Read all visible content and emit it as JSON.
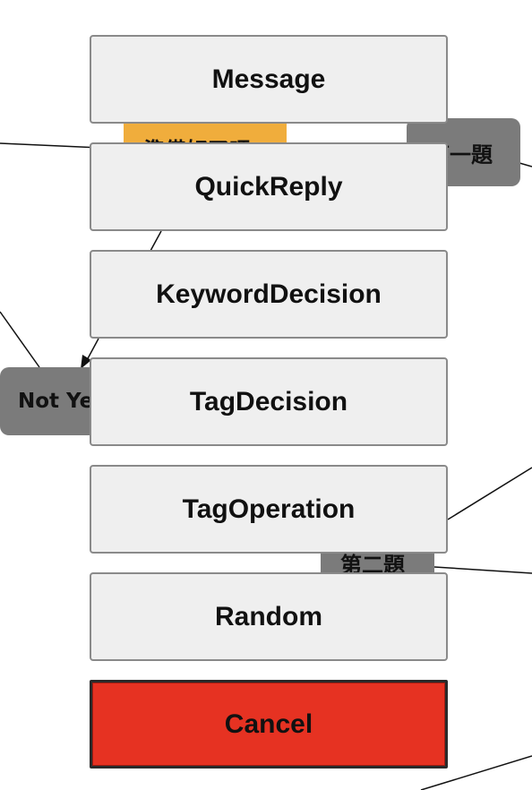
{
  "canvas": {
    "nodes": {
      "orange": "準備好了嗎",
      "question1": "第一題",
      "not_yet": "Not Yet",
      "question2": "第二題"
    }
  },
  "menu": {
    "items": [
      {
        "label": "Message"
      },
      {
        "label": "QuickReply"
      },
      {
        "label": "KeywordDecision"
      },
      {
        "label": "TagDecision"
      },
      {
        "label": "TagOperation"
      },
      {
        "label": "Random"
      }
    ],
    "cancel_label": "Cancel"
  },
  "colors": {
    "button_bg": "#efefef",
    "cancel_bg": "#e63222",
    "node_gray": "#7b7b7b",
    "node_orange": "#f0ad3c"
  }
}
